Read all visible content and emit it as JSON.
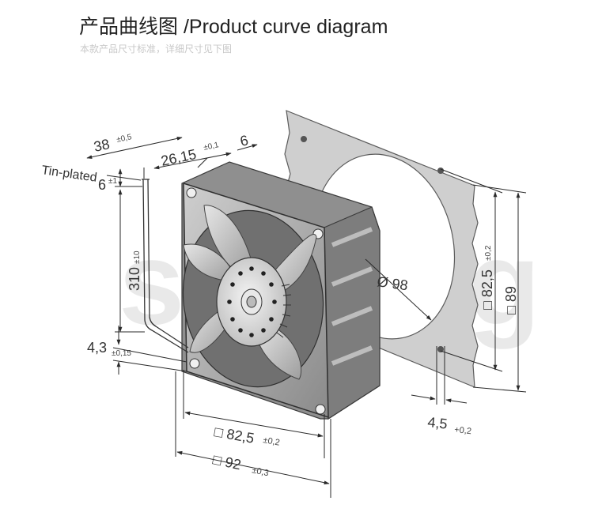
{
  "header": {
    "title": "产品曲线图 /Product curve diagram",
    "subtitle": "本款产品尺寸标准，详细尺寸见下图"
  },
  "watermark": "sunling",
  "labels": {
    "tin_plated": "Tin-plated",
    "dim_38": "38",
    "tol_38": "±0,5",
    "dim_26": "26,15",
    "tol_26": "±0,1",
    "dim_6top": "6",
    "dim_6side": "6",
    "tol_6side": "±1",
    "dim_310": "310",
    "tol_310": "±10",
    "dim_43": "4,3",
    "tol_43": "±0,15",
    "dim_825b": "□ 82,5",
    "tol_825b": "±0,2",
    "dim_92": "□ 92",
    "tol_92": "±0,3",
    "dim_98": "Ø 98",
    "dim_825r": "□ 82,5",
    "tol_825r": "±0,2",
    "dim_89": "□ 89",
    "dim_45": "4,5",
    "tol_45": "+0,2"
  },
  "colors": {
    "line": "#2a2a2a",
    "housing": "#9a9a9a",
    "gasket": "#cfcfcf",
    "watermark": "#dcdcdc"
  }
}
